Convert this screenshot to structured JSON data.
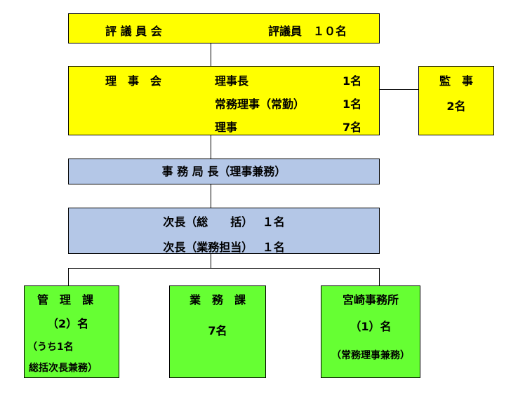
{
  "council": {
    "title": "評 議 員 会",
    "members": "評議員　１０名"
  },
  "board": {
    "title": "理　事　会",
    "rows": [
      {
        "role": "理事長",
        "count": "1名"
      },
      {
        "role": "常務理事（常勤）",
        "count": "1名"
      },
      {
        "role": "理事",
        "count": "7名"
      }
    ]
  },
  "auditor": {
    "title": "監　事",
    "count": "2名"
  },
  "secretary_general": {
    "title": "事 務 局 長（理事兼務）"
  },
  "deputy": {
    "lines": [
      "次長（総　　括）　 １名",
      "次長（業務担当）　 １名"
    ]
  },
  "divisions": [
    {
      "title": "管　理　課",
      "count": "（2）名",
      "note1": "（うち1名",
      "note2": "総括次長兼務）"
    },
    {
      "title": "業　務　課",
      "count": "7名"
    },
    {
      "title": "宮崎事務所",
      "count": "（1）名",
      "note": "（常務理事兼務）"
    }
  ],
  "colors": {
    "governance": "#ffff00",
    "secretariat": "#b4c7e7",
    "division": "#66ff33"
  }
}
